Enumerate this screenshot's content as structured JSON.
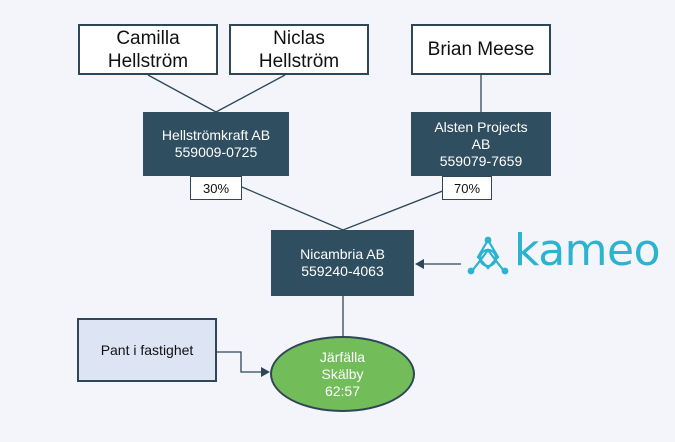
{
  "owners": {
    "camilla": [
      "Camilla",
      "Hellström"
    ],
    "niclas": [
      "Niclas",
      "Hellström"
    ],
    "brian": "Brian Meese"
  },
  "companies": {
    "hellstromkraft": {
      "name": "Hellströmkraft AB",
      "org": "559009-0725",
      "share": "30%"
    },
    "alsten": {
      "name_line1": "Alsten Projects",
      "name_line2": "AB",
      "org": "559079-7659",
      "share": "70%"
    },
    "nicambria": {
      "name": "Nicambria AB",
      "org": "559240-4063"
    }
  },
  "pledge": "Pant i fastighet",
  "property": [
    "Järfälla",
    "Skälby",
    "62:57"
  ],
  "lender": {
    "brand": "kameo",
    "brand_color": "#2bb3d0"
  },
  "colors": {
    "company_fill": "#2f4e5f",
    "property_fill": "#72bd5a",
    "pledge_fill": "#dde4f4",
    "background": "#f3f5fb"
  }
}
